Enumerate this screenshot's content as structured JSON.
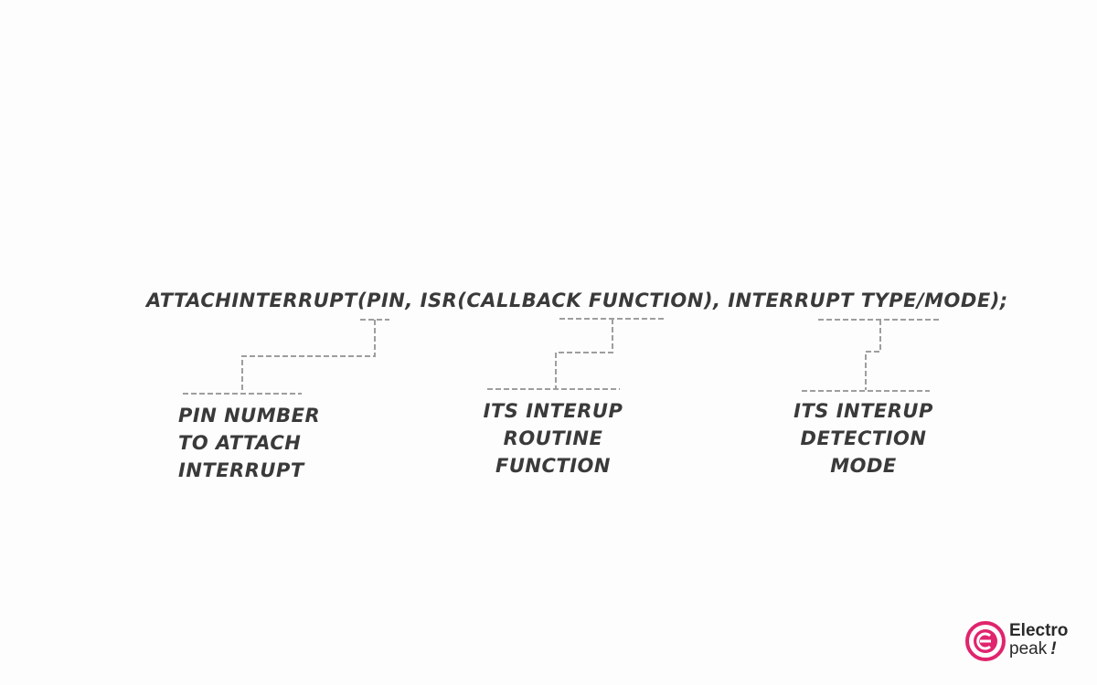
{
  "code": {
    "text": "attachInterrupt(pin, ISR(callback function), interrupt type/mode);"
  },
  "annotations": {
    "pin": [
      "PIN NUMBER",
      "TO ATTACH",
      "INTERRUPT"
    ],
    "isr": [
      "ITS INTERUP",
      "ROUTINE",
      "FUNCTION"
    ],
    "mode": [
      "ITS INTERUP",
      "DETECTION",
      "MODE"
    ]
  },
  "logo": {
    "word1": "Electro",
    "word2": "peak",
    "mark": "!",
    "color": "#e0246d"
  },
  "colors": {
    "text": "#3a3a3a",
    "connector": "#9e9e9e",
    "background": "#fdfdfd"
  }
}
